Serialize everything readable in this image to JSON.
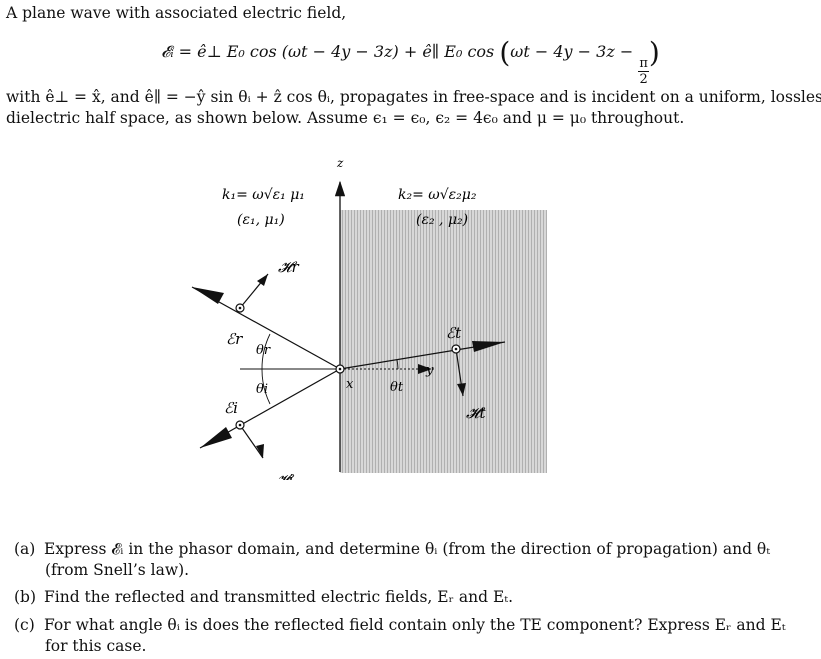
{
  "intro": {
    "line1": "A plane wave with associated electric field,"
  },
  "equation": {
    "lhs": "𝓔ᵢ = ê⊥ E₀ cos (ωt − 4y − 3z) + ê∥ E₀ cos",
    "arg": "ωt − 4y − 3z − ",
    "frac_num": "π",
    "frac_den": "2"
  },
  "description": {
    "line1": "with ê⊥ = x̂, and ê∥ = −ŷ sin θᵢ + ẑ cos θᵢ, propagates in free-space and is incident on a uniform, lossless",
    "line2": "dielectric half space, as shown below. Assume ϵ₁ = ϵ₀, ϵ₂ = 4ϵ₀ and μ = μ₀ throughout."
  },
  "figure": {
    "k1": "k₁= ω√ε₁ μ₁",
    "k2": "k₂= ω√ε₂μ₂",
    "medium1": "(ε₁, μ₁)",
    "medium2": "(ε₂ , μ₂)",
    "axis_z": "z",
    "axis_y": "y",
    "axis_x": "x",
    "H_r": "𝓗r",
    "E_r": "ℰr",
    "theta_r": "θr",
    "theta_i": "θi",
    "E_i": "ℰi",
    "H_i": "𝓗i",
    "E_t": "ℰt",
    "H_t": "𝓗t",
    "theta_t": "θt"
  },
  "questions": [
    {
      "tag": "(a)",
      "line1": "Express 𝓔ᵢ in the phasor domain, and determine θᵢ (from the direction of propagation) and θₜ",
      "line2": "(from Snell’s law)."
    },
    {
      "tag": "(b)",
      "line1": "Find the reflected and transmitted electric fields, Eᵣ and Eₜ.",
      "line2": ""
    },
    {
      "tag": "(c)",
      "line1": "For what angle θᵢ is does the reflected field contain only the TE component? Express Eᵣ and Eₜ",
      "line2": "for this case."
    }
  ]
}
